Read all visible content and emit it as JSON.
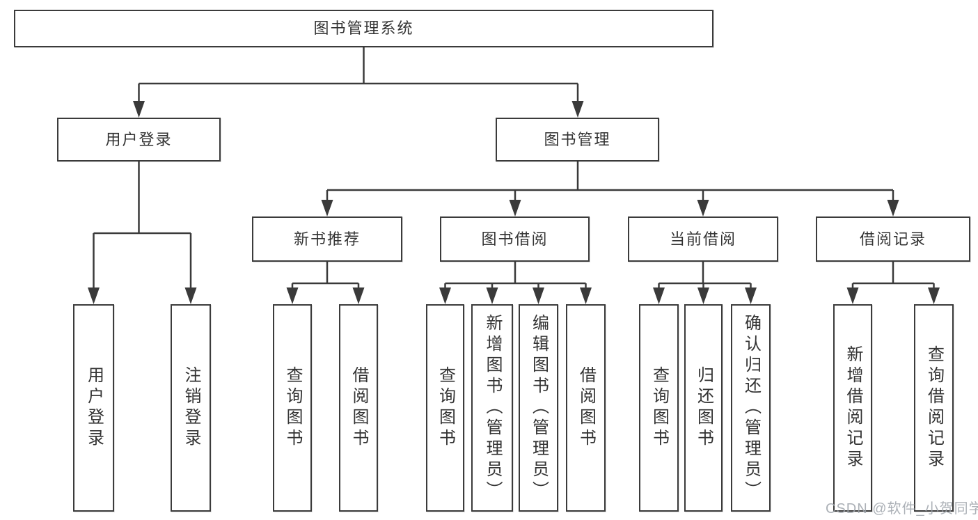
{
  "nodes": {
    "root": "图书管理系统",
    "userLogin": "用户登录",
    "bookMgmt": "图书管理",
    "newBookRec": "新书推荐",
    "bookBorrow": "图书借阅",
    "currentBorrow": "当前借阅",
    "borrowRecords": "借阅记录",
    "leafUserLogin": "用户登录",
    "leafLogout": "注销登录",
    "recQueryBook": "查询图书",
    "recBorrowBook": "借阅图书",
    "bbQueryBook": "查询图书",
    "bbAddBook": "新增图书（管理员）",
    "bbEditBook": "编辑图书（管理员）",
    "bbBorrowBook": "借阅图书",
    "cbQueryBook": "查询图书",
    "cbReturnBook": "归还图书",
    "cbConfirmReturn": "确认归还（管理员）",
    "brAddRecord": "新增借阅记录",
    "brQueryRecord": "查询借阅记录"
  },
  "watermark": "CSDN @软件_小贺同学",
  "colors": {
    "line": "#3a3a3a",
    "border": "#3b3b3b",
    "text": "#333333",
    "watermark": "#9ea3aa",
    "background": "#ffffff"
  }
}
